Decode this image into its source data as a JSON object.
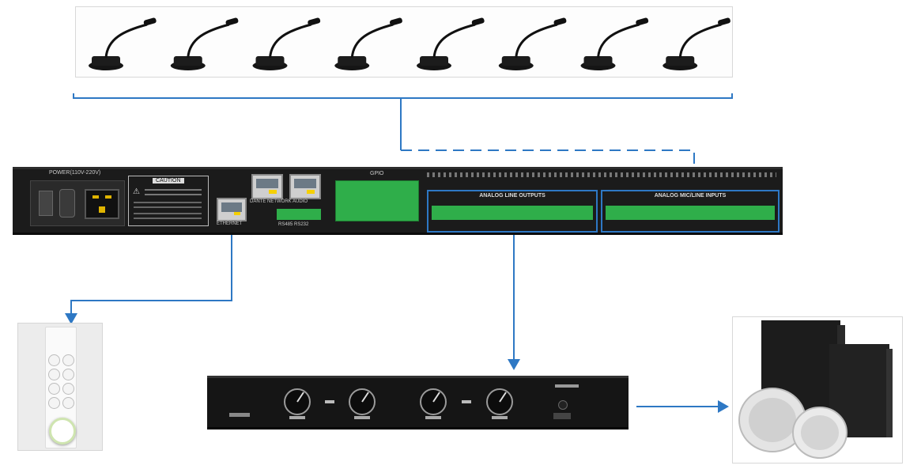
{
  "devices": {
    "mics": {
      "count": 8
    },
    "processor": {
      "power_label": "POWER(110V-220V)",
      "caution_label": "CAUTION",
      "dante_label": "DANTE NETWORK AUDIO",
      "gpio_label": "GPIO",
      "ethernet_label": "ETHERNET",
      "rs_label": "RS485  RS232",
      "outputs_label": "ANALOG LINE OUTPUTS",
      "inputs_label": "ANALOG MIC/LINE INPUTS"
    },
    "amplifier": {
      "knob_count": 4
    },
    "wall_panel": {
      "button_count": 8
    },
    "speakers": {
      "count": 4
    }
  },
  "colors": {
    "connector_line": "#2e78c4",
    "terminal_green": "#2fae4a",
    "chassis": "#1b1b1b"
  }
}
